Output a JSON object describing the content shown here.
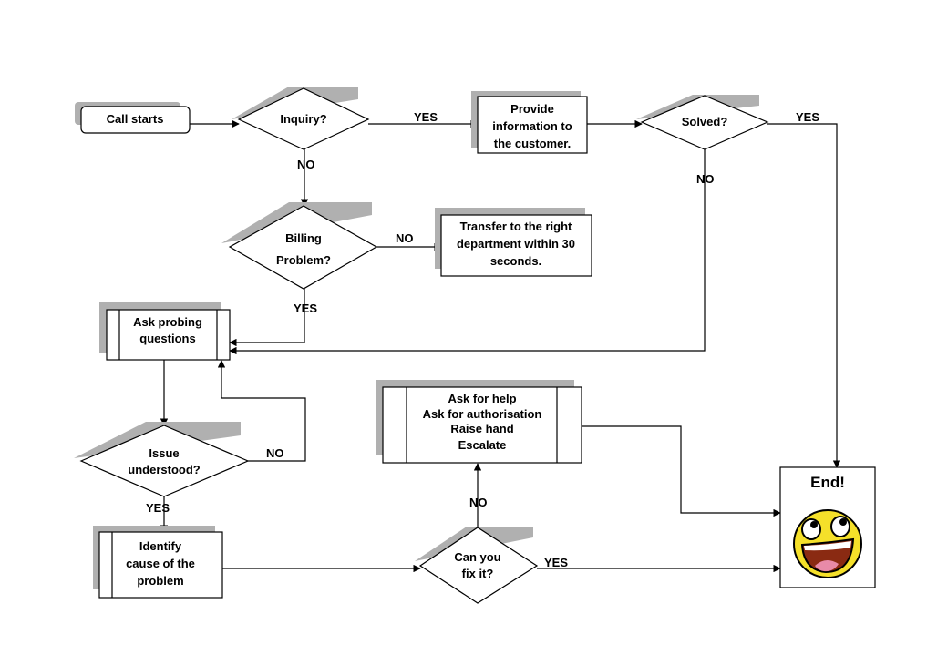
{
  "diagram": {
    "nodes": {
      "call_starts": {
        "label": "Call starts"
      },
      "inquiry": {
        "label": "Inquiry?"
      },
      "provide_info": {
        "lines": [
          "Provide",
          "information to",
          "the customer."
        ]
      },
      "solved": {
        "label": "Solved?"
      },
      "billing": {
        "lines": [
          "Billing",
          "Problem?"
        ]
      },
      "transfer": {
        "lines": [
          "Transfer to the right",
          "department within 30",
          "seconds."
        ]
      },
      "probing": {
        "lines": [
          "Ask probing",
          "questions"
        ]
      },
      "issue": {
        "lines": [
          "Issue",
          "understood?"
        ]
      },
      "identify": {
        "lines": [
          "Identify",
          "cause of the",
          "problem"
        ]
      },
      "fix": {
        "lines": [
          "Can you",
          "fix it?"
        ]
      },
      "help": {
        "lines": [
          "Ask for help",
          "Ask for authorisation",
          "Raise hand",
          "Escalate"
        ]
      },
      "end": {
        "label": "End!"
      }
    },
    "edge_labels": {
      "inquiry_yes": "YES",
      "inquiry_no": "NO",
      "solved_yes": "YES",
      "solved_no": "NO",
      "billing_no": "NO",
      "billing_yes": "YES",
      "issue_no": "NO",
      "issue_yes": "YES",
      "fix_no": "NO",
      "fix_yes": "YES"
    },
    "colors": {
      "line": "#000000",
      "shadow": "#b0b0b0",
      "smiley_face": "#f5e02a",
      "smiley_mouth": "#8a2a12",
      "smiley_tongue": "#e88aa8"
    }
  }
}
